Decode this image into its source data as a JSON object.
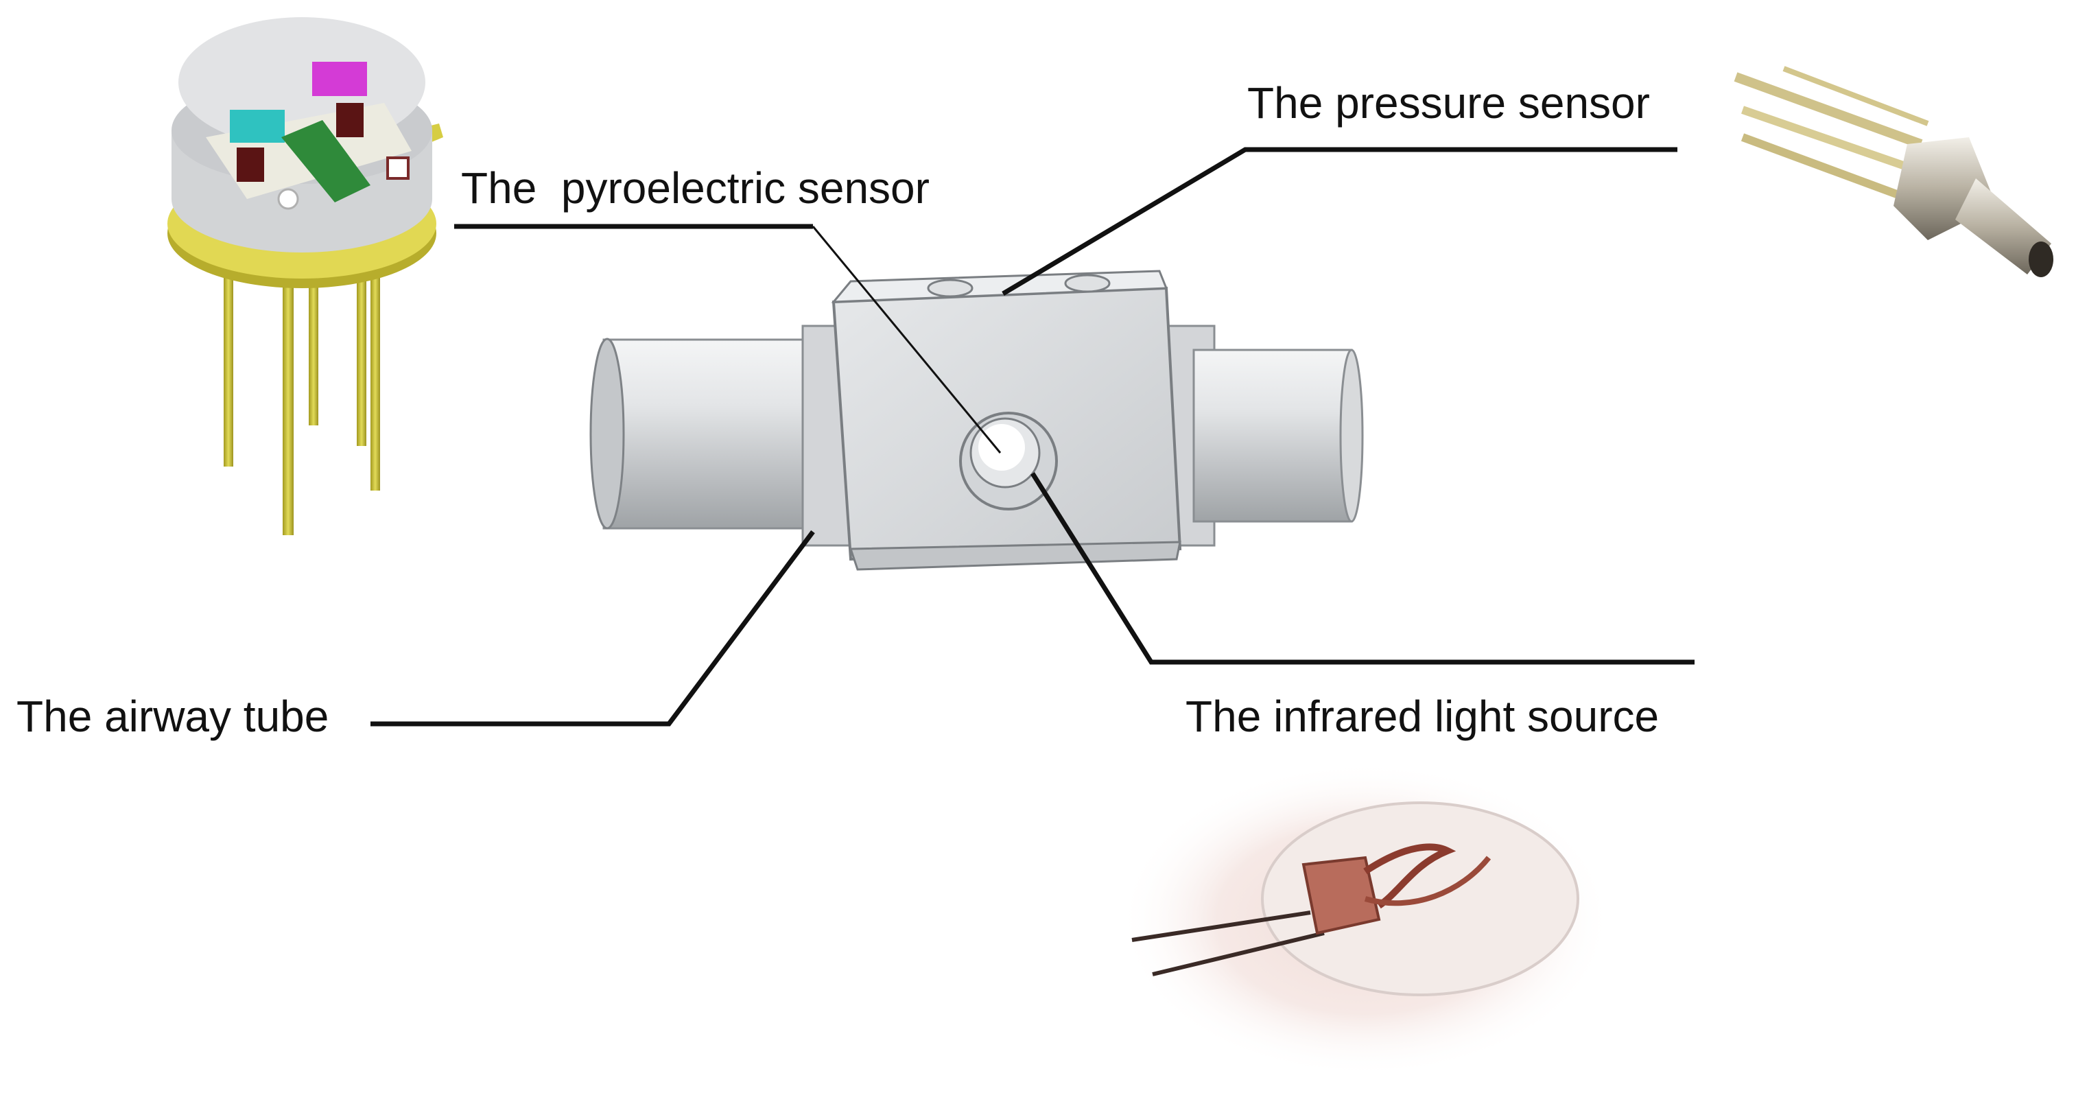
{
  "labels": {
    "pressure_sensor": "The pressure sensor",
    "pyroelectric_sensor": "The  pyroelectric sensor",
    "airway_tube": "The airway tube",
    "infrared_light_source": "The infrared light source"
  },
  "colors": {
    "leader_line": "#111111",
    "body_gray": "#d4d6d8",
    "gold_pin": "#c9c23a",
    "cyan_chip": "#2fc2c0",
    "magenta_chip": "#d43bd6",
    "green_chip": "#2f8a3a"
  }
}
